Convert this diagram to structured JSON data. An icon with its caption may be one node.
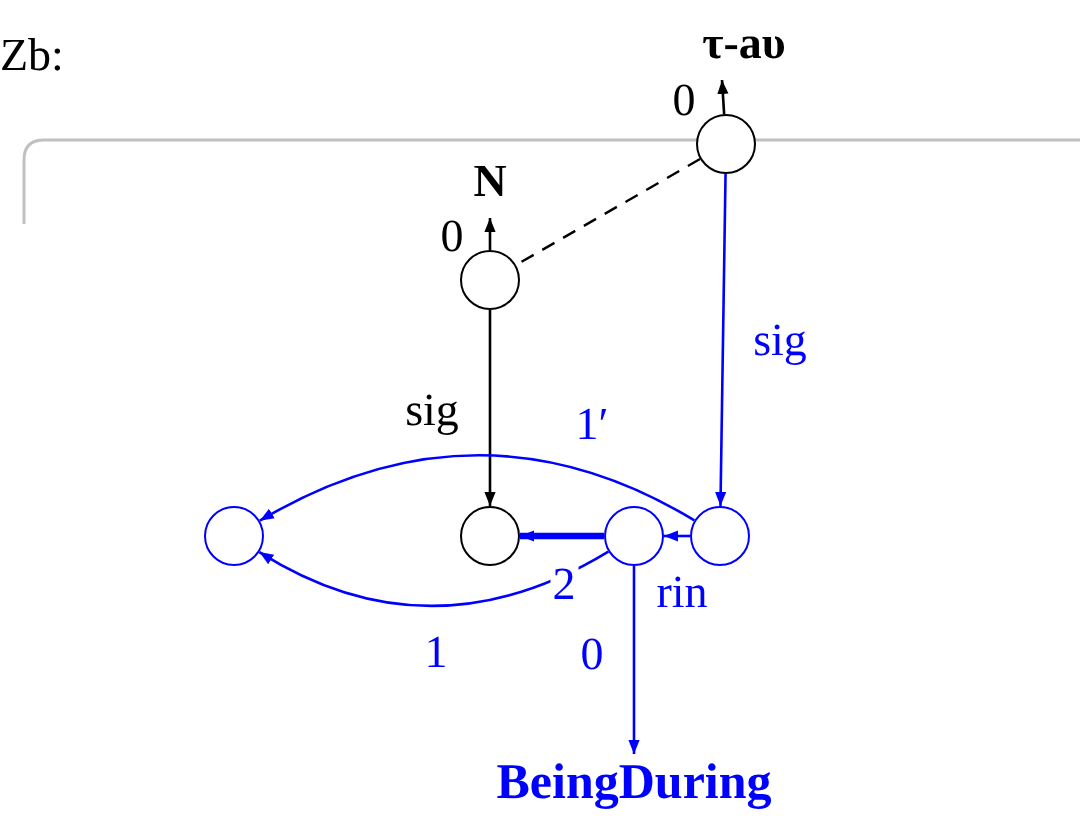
{
  "diagram": {
    "nodes": [
      {
        "text": [
          "τ-aυ"
        ]
      },
      {
        "text": [],
        "shape": "circle"
      },
      {
        "text": [
          "N"
        ]
      },
      {
        "text": [],
        "shape": "circle"
      },
      {
        "text": [],
        "shape": "circle"
      },
      {
        "text": [],
        "shape": "circle"
      },
      {
        "text": [],
        "shape": "circle"
      },
      {
        "text": [],
        "shape": "circle"
      },
      {
        "text": [
          "BeingDuring"
        ]
      }
    ],
    "edges": [
      {
        "from": 1,
        "to": 0,
        "arrow": "to",
        "label": "0",
        "color": "#000000"
      },
      {
        "from": 3,
        "to": 2,
        "arrow": "to",
        "label": "0",
        "color": "#000000"
      },
      {
        "from": 1,
        "to": 3,
        "arrow": "none",
        "style": "dashed",
        "color": "#000000"
      },
      {
        "from": 1,
        "to": 7,
        "arrow": "to",
        "label": "sig"
      },
      {
        "from": 3,
        "to": 5,
        "arrow": "to",
        "label": "sig",
        "color": "#000000"
      },
      {
        "from": 7,
        "to": 4,
        "arrow": "to",
        "label": "1′"
      },
      {
        "from": 7,
        "to": 6,
        "arrow": "to",
        "label": "rin"
      },
      {
        "from": 6,
        "to": 5,
        "arrow": "to",
        "label": "2",
        "style": "thick"
      },
      {
        "from": 6,
        "to": 4,
        "arrow": "to",
        "label": "1"
      },
      {
        "from": 6,
        "to": 8,
        "arrow": "to",
        "label": "0"
      }
    ],
    "labels": [
      "Zb:"
    ]
  }
}
